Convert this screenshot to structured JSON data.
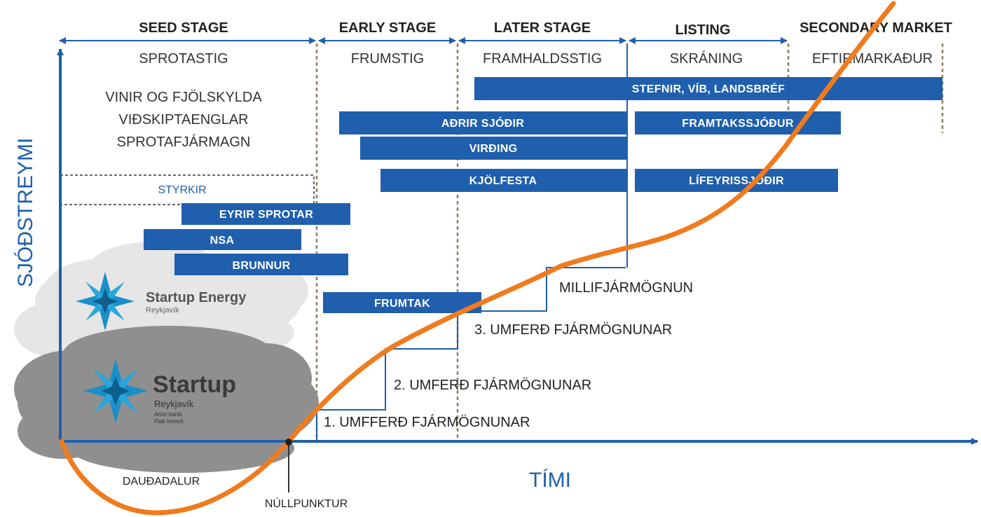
{
  "colors": {
    "blue": "#1f5fae",
    "curve": "#f07b1e",
    "cloud": "#8f8f8f",
    "divider": "#8a8163"
  },
  "stages": [
    {
      "en": "SEED STAGE",
      "is": "SPROTASTIG"
    },
    {
      "en": "EARLY STAGE",
      "is": "FRUMSTIG"
    },
    {
      "en": "LATER STAGE",
      "is": "FRAMHALDSSTIG"
    },
    {
      "en": "LISTING",
      "is": "SKRÁNING"
    },
    {
      "en": "SECONDARY MARKET",
      "is": "EFTIRMARKAÐUR"
    }
  ],
  "seed_sources": [
    "VINIR OG FJÖLSKYLDA",
    "VIÐSKIPTAENGLAR",
    "SPROTAFJÁRMAGN"
  ],
  "grants_label": "STYRKIR",
  "funds": {
    "stefnir": "STEFNIR, VÍB, LANDSBRÉF",
    "adrir": "AÐRIR SJÓÐIR",
    "framtak": "FRAMTAKSSJÓÐUR",
    "virding": "VIRÐING",
    "kjolfesta": "KJÖLFESTA",
    "lifeyris": "LÍFEYRISSJÓÐIR",
    "eyrir": "EYRIR SPROTAR",
    "nsa": "NSA",
    "brunnur": "BRUNNUR",
    "frumtak": "FRUMTAK"
  },
  "rounds": {
    "r1": "1. UMFFERÐ FJÁRMÖGNUNAR",
    "r2": "2. UMFERÐ FJÁRMÖGNUNAR",
    "r3": "3. UMFERÐ FJÁRMÖGNUNAR",
    "mezz": "MILLIFJÁRMÖGNUN"
  },
  "axes": {
    "y": "SJÓÐSTREYMI",
    "x": "TÍMI"
  },
  "death_valley": "DAUÐADALUR",
  "breakeven": "NÚLLPUNKTUR",
  "logos": {
    "energy": {
      "name": "Startup Energy",
      "sub": "Reykjavík"
    },
    "startup": {
      "name": "Startup",
      "sub": "Reykjavík",
      "partners": [
        "Arion banki",
        "Klak Innovit"
      ]
    }
  }
}
